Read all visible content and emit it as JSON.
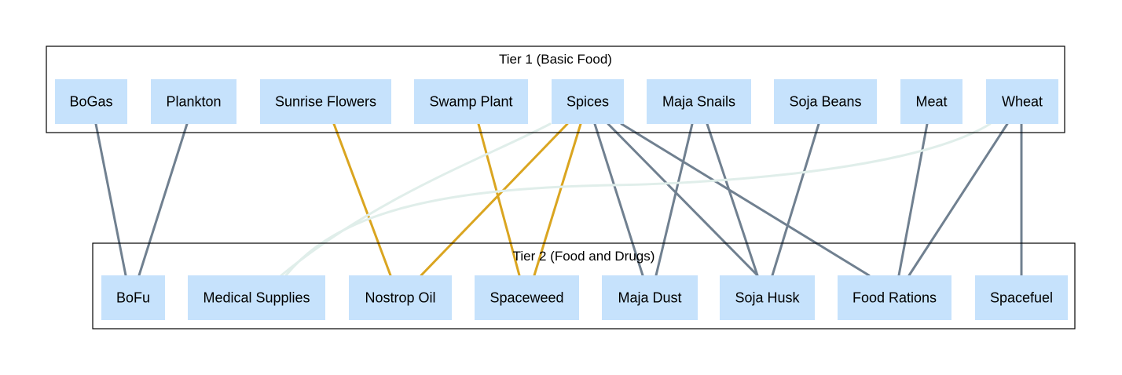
{
  "colors": {
    "node_fill": "#c6e2fc",
    "edge_default": "#708090",
    "edge_highlight": "#daa520",
    "edge_faint": "#e0eeea"
  },
  "clusters": [
    {
      "id": "tier1",
      "label": "Tier 1 (Basic Food)"
    },
    {
      "id": "tier2",
      "label": "Tier 2 (Food and Drugs)"
    }
  ],
  "nodes": [
    {
      "id": "bogas",
      "label": "BoGas",
      "tier": "tier1"
    },
    {
      "id": "plankton",
      "label": "Plankton",
      "tier": "tier1"
    },
    {
      "id": "sunrise_flowers",
      "label": "Sunrise Flowers",
      "tier": "tier1"
    },
    {
      "id": "swamp_plant",
      "label": "Swamp Plant",
      "tier": "tier1"
    },
    {
      "id": "spices",
      "label": "Spices",
      "tier": "tier1"
    },
    {
      "id": "maja_snails",
      "label": "Maja Snails",
      "tier": "tier1"
    },
    {
      "id": "soja_beans",
      "label": "Soja Beans",
      "tier": "tier1"
    },
    {
      "id": "meat",
      "label": "Meat",
      "tier": "tier1"
    },
    {
      "id": "wheat",
      "label": "Wheat",
      "tier": "tier1"
    },
    {
      "id": "bofu",
      "label": "BoFu",
      "tier": "tier2"
    },
    {
      "id": "medical_supplies",
      "label": "Medical Supplies",
      "tier": "tier2"
    },
    {
      "id": "nostrop_oil",
      "label": "Nostrop Oil",
      "tier": "tier2"
    },
    {
      "id": "spaceweed",
      "label": "Spaceweed",
      "tier": "tier2"
    },
    {
      "id": "maja_dust",
      "label": "Maja Dust",
      "tier": "tier2"
    },
    {
      "id": "soja_husk",
      "label": "Soja Husk",
      "tier": "tier2"
    },
    {
      "id": "food_rations",
      "label": "Food Rations",
      "tier": "tier2"
    },
    {
      "id": "spacefuel",
      "label": "Spacefuel",
      "tier": "tier2"
    }
  ],
  "edges": [
    {
      "from": "bogas",
      "to": "bofu",
      "style": "default"
    },
    {
      "from": "plankton",
      "to": "bofu",
      "style": "default"
    },
    {
      "from": "sunrise_flowers",
      "to": "nostrop_oil",
      "style": "highlight"
    },
    {
      "from": "swamp_plant",
      "to": "spaceweed",
      "style": "highlight"
    },
    {
      "from": "spices",
      "to": "medical_supplies",
      "style": "faint"
    },
    {
      "from": "spices",
      "to": "nostrop_oil",
      "style": "highlight"
    },
    {
      "from": "spices",
      "to": "spaceweed",
      "style": "highlight"
    },
    {
      "from": "spices",
      "to": "maja_dust",
      "style": "default"
    },
    {
      "from": "spices",
      "to": "soja_husk",
      "style": "default"
    },
    {
      "from": "spices",
      "to": "food_rations",
      "style": "default"
    },
    {
      "from": "maja_snails",
      "to": "maja_dust",
      "style": "default"
    },
    {
      "from": "maja_snails",
      "to": "soja_husk",
      "style": "default"
    },
    {
      "from": "soja_beans",
      "to": "soja_husk",
      "style": "default"
    },
    {
      "from": "meat",
      "to": "food_rations",
      "style": "default"
    },
    {
      "from": "wheat",
      "to": "food_rations",
      "style": "default"
    },
    {
      "from": "wheat",
      "to": "spacefuel",
      "style": "default"
    },
    {
      "from": "wheat",
      "to": "medical_supplies",
      "style": "faint"
    }
  ]
}
